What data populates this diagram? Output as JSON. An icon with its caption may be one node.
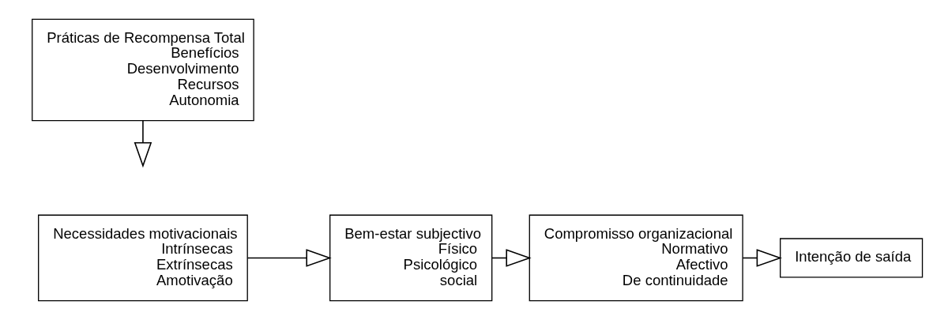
{
  "diagram": {
    "nodes": [
      {
        "text": [
          "Práticas de Recompensa Total",
          "Benefícios",
          "Desenvolvimento",
          "Recursos",
          "Autonomia"
        ]
      },
      {
        "text": [
          "Necessidades motivacionais",
          "Intrínsecas",
          "Extrínsecas",
          "Amotivação"
        ]
      },
      {
        "text": [
          "Bem-estar subjectivo",
          "Físico",
          "Psicológico",
          "social"
        ]
      },
      {
        "text": [
          "Compromisso organizacional",
          "Normativo",
          "Afectivo",
          "De continuidade"
        ]
      },
      {
        "text": [
          "Intenção de saída"
        ]
      }
    ],
    "edges": [
      {
        "from": 1,
        "to": 2,
        "arrow": "to"
      },
      {
        "from": 0,
        "to": null,
        "arrow": "to"
      },
      {
        "from": 2,
        "to": 3,
        "arrow": "to"
      },
      {
        "from": 3,
        "to": 4,
        "arrow": "to"
      }
    ]
  }
}
